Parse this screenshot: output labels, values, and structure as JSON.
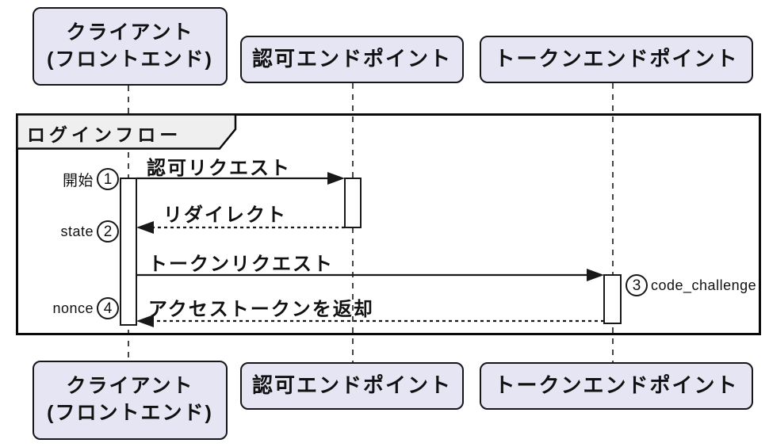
{
  "diagram": {
    "type": "sequence-diagram",
    "frame_title": "ログインフロー",
    "participants": [
      {
        "id": "client",
        "name": "クライアント",
        "subname": "(フロントエンド)"
      },
      {
        "id": "auth",
        "name": "認可エンドポイント"
      },
      {
        "id": "token",
        "name": "トークンエンドポイント"
      }
    ],
    "messages": [
      {
        "label": "認可リクエスト",
        "from": "client",
        "to": "auth",
        "style": "solid"
      },
      {
        "label": "リダイレクト",
        "from": "auth",
        "to": "client",
        "style": "dashed"
      },
      {
        "label": "トークンリクエスト",
        "from": "client",
        "to": "token",
        "style": "solid"
      },
      {
        "label": "アクセストークンを返却",
        "from": "token",
        "to": "client",
        "style": "dashed"
      }
    ],
    "steps": [
      {
        "number": "1",
        "label": "開始"
      },
      {
        "number": "2",
        "label": "state"
      },
      {
        "number": "3",
        "label": "code_challenge"
      },
      {
        "number": "4",
        "label": "nonce"
      }
    ],
    "colors": {
      "participant_fill": "#E5E5F4",
      "participant_border": "#16161A",
      "frame_border": "#0A0A0A",
      "frame_tab_fill": "#EFEFEF",
      "line": "#181818",
      "activation_fill": "#FFFFFF",
      "background": "#FFFFFF"
    }
  }
}
